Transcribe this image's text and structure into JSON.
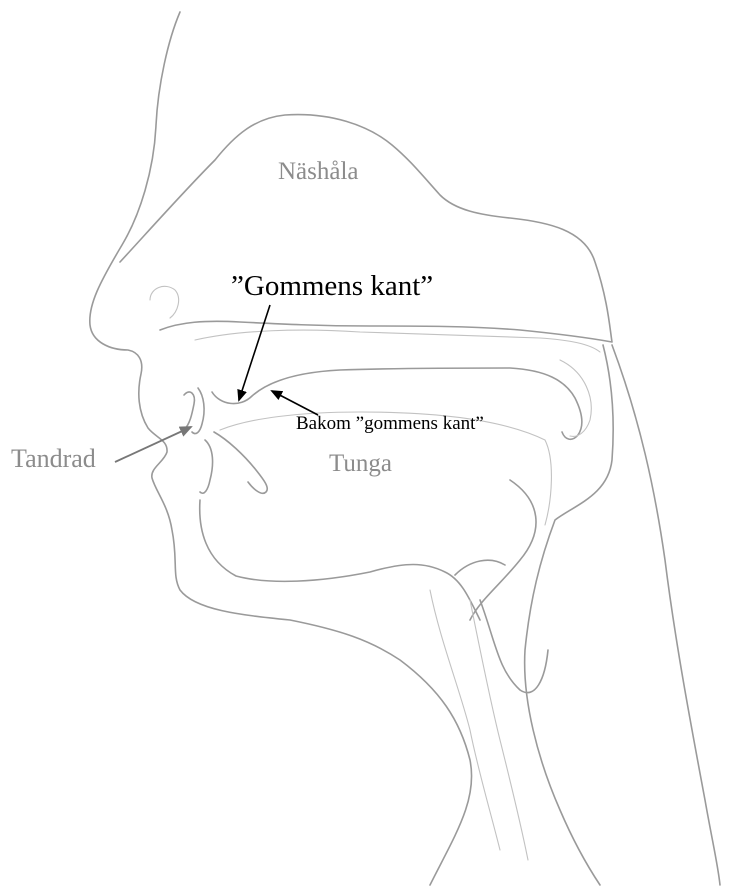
{
  "labels": {
    "nasal_cavity": "Näshåla",
    "palate_edge": "”Gommens kant”",
    "behind_palate_edge": "Bakom ”gommens kant”",
    "tongue": "Tunga",
    "tooth_row": "Tandrad"
  },
  "colors": {
    "background": "#ffffff",
    "sketch_line": "#9a9a9a",
    "label_grey": "#8c8c8c",
    "label_black": "#000000",
    "arrow_black": "#000000",
    "arrow_grey": "#777777"
  }
}
